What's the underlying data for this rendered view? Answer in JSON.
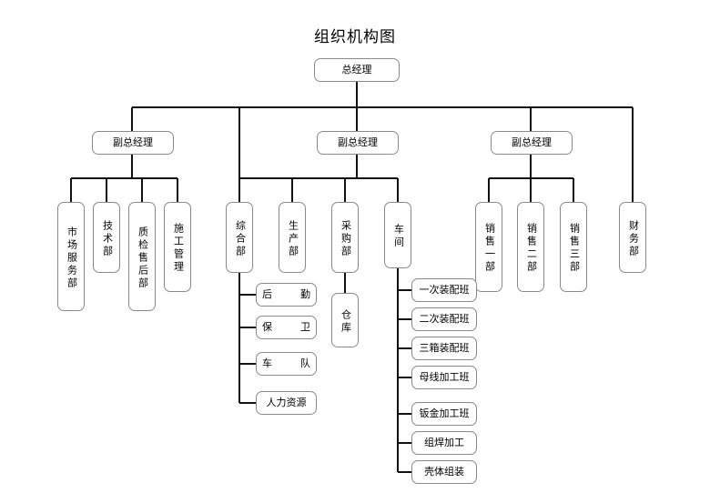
{
  "title": "组织机构图",
  "colors": {
    "line": "#111111",
    "box_border": "#8a8a8a",
    "background": "#ffffff",
    "text": "#000000"
  },
  "chart_data": {
    "type": "diagram",
    "diagram_kind": "organization-chart",
    "title": "组织机构图",
    "root": "总经理",
    "levels": [
      {
        "level": 1,
        "labels": [
          "总经理"
        ]
      },
      {
        "level": 2,
        "labels": [
          "副总经理",
          "副总经理",
          "副总经理"
        ]
      },
      {
        "level": 3,
        "labels": [
          "市场服务部",
          "技术部",
          "质检售后部",
          "施工管理",
          "综合部",
          "生产部",
          "采购部",
          "车间",
          "销售一部",
          "销售二部",
          "销售三部",
          "财务部"
        ]
      },
      {
        "level": 4,
        "labels": [
          "后　勤",
          "保　卫",
          "车　队",
          "人力资源",
          "仓库",
          "一次装配班",
          "二次装配班",
          "三箱装配班",
          "母线加工班",
          "钣金加工班",
          "组焊加工",
          "壳体组装"
        ]
      }
    ]
  },
  "nodes": {
    "root": {
      "label": "总经理"
    },
    "vp1": {
      "label": "副总经理"
    },
    "vp2": {
      "label": "副总经理"
    },
    "vp3": {
      "label": "副总经理"
    },
    "dept_market": {
      "label": "市场服务部"
    },
    "dept_tech": {
      "label": "技术部"
    },
    "dept_qc": {
      "label": "质检售后部"
    },
    "dept_construction": {
      "label": "施工管理"
    },
    "dept_general": {
      "label": "综合部"
    },
    "dept_production": {
      "label": "生产部"
    },
    "dept_purchase": {
      "label": "采购部"
    },
    "dept_workshop": {
      "label": "车间"
    },
    "dept_sales1": {
      "label": "销售一部"
    },
    "dept_sales2": {
      "label": "销售二部"
    },
    "dept_sales3": {
      "label": "销售三部"
    },
    "dept_finance": {
      "label": "财务部"
    },
    "sub_logistics": {
      "label": "后　勤"
    },
    "sub_security": {
      "label": "保　卫"
    },
    "sub_fleet": {
      "label": "车　队"
    },
    "sub_hr": {
      "label": "人力资源"
    },
    "sub_warehouse": {
      "label": "仓库"
    },
    "team_assembly1": {
      "label": "一次装配班"
    },
    "team_assembly2": {
      "label": "二次装配班"
    },
    "team_assembly3": {
      "label": "三箱装配班"
    },
    "team_busbar": {
      "label": "母线加工班"
    },
    "team_sheetmetal": {
      "label": "钣金加工班"
    },
    "team_welding": {
      "label": "组焊加工"
    },
    "team_shell": {
      "label": "壳体组装"
    }
  }
}
